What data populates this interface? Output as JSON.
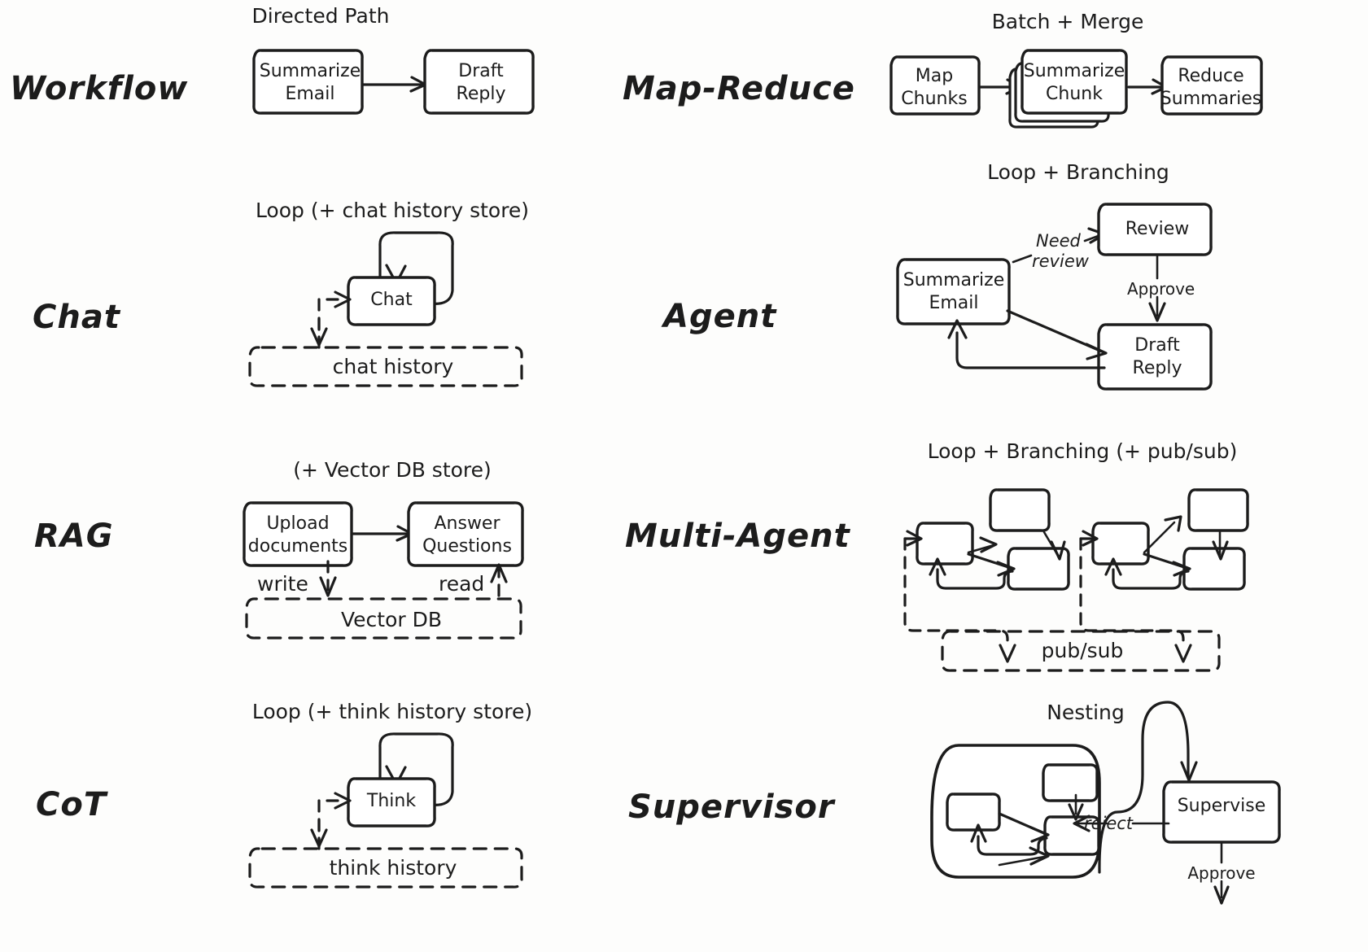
{
  "page": {
    "background": "#fdfdfc",
    "ink": "#1c1c1c"
  },
  "rows": [
    {
      "left": {
        "label": "Workflow",
        "caption": "Directed Path",
        "nodes": [
          "Summarize Email",
          "Draft Reply"
        ],
        "stores": [],
        "edge_labels": []
      },
      "right": {
        "label": "Map-Reduce",
        "caption": "Batch + Merge",
        "nodes": [
          "Map Chunks",
          "Summarize Chunk",
          "Reduce Summaries"
        ],
        "stores": [],
        "edge_labels": []
      }
    },
    {
      "left": {
        "label": "Chat",
        "caption": "Loop (+ chat history store)",
        "nodes": [
          "Chat"
        ],
        "stores": [
          "chat history"
        ],
        "edge_labels": []
      },
      "right": {
        "label": "Agent",
        "caption": "Loop + Branching",
        "nodes": [
          "Summarize Email",
          "Review",
          "Draft Reply"
        ],
        "stores": [],
        "edge_labels": [
          "Need",
          "review",
          "Approve"
        ]
      }
    },
    {
      "left": {
        "label": "RAG",
        "caption": "(+ Vector DB store)",
        "nodes": [
          "Upload documents",
          "Answer Questions"
        ],
        "stores": [
          "Vector DB"
        ],
        "edge_labels": [
          "write",
          "read"
        ]
      },
      "right": {
        "label": "Multi-Agent",
        "caption": "Loop + Branching (+ pub/sub)",
        "nodes": [],
        "stores": [
          "pub/sub"
        ],
        "edge_labels": []
      }
    },
    {
      "left": {
        "label": "CoT",
        "caption": "Loop (+ think history store)",
        "nodes": [
          "Think"
        ],
        "stores": [
          "think history"
        ],
        "edge_labels": []
      },
      "right": {
        "label": "Supervisor",
        "caption": "Nesting",
        "nodes": [
          "Supervise"
        ],
        "stores": [],
        "edge_labels": [
          "reject",
          "Approve"
        ]
      }
    }
  ],
  "labels": {
    "workflow": "Workflow",
    "chat": "Chat",
    "rag": "RAG",
    "cot": "CoT",
    "mapreduce": "Map-Reduce",
    "agent": "Agent",
    "multiagent": "Multi-Agent",
    "supervisor": "Supervisor"
  },
  "captions": {
    "directed_path": "Directed Path",
    "batch_merge": "Batch + Merge",
    "loop_chat": "Loop (+ chat history store)",
    "loop_branching": "Loop + Branching",
    "vector_db_store": "(+ Vector DB store)",
    "loop_branching_pubsub": "Loop + Branching (+ pub/sub)",
    "loop_think": "Loop (+ think history store)",
    "nesting": "Nesting"
  },
  "nodes": {
    "summarize_email": "Summarize",
    "summarize_email2": "Email",
    "draft_reply": "Draft",
    "draft_reply2": "Reply",
    "map_chunks": "Map",
    "map_chunks2": "Chunks",
    "summarize_chunk": "Summarize",
    "summarize_chunk2": "Chunk",
    "reduce_summaries": "Reduce",
    "reduce_summaries2": "Summaries",
    "chat": "Chat",
    "think": "Think",
    "review": "Review",
    "agent_summarize": "Summarize",
    "agent_summarize2": "Email",
    "agent_draft": "Draft",
    "agent_draft2": "Reply",
    "upload_documents": "Upload",
    "upload_documents2": "documents",
    "answer_questions": "Answer",
    "answer_questions2": "Questions",
    "supervise": "Supervise"
  },
  "stores": {
    "chat_history": "chat history",
    "vector_db": "Vector DB",
    "think_history": "think history",
    "pubsub": "pub/sub"
  },
  "edges": {
    "need": "Need",
    "review": "review",
    "approve": "Approve",
    "write": "write",
    "read": "read",
    "reject": "reject",
    "approve2": "Approve"
  }
}
